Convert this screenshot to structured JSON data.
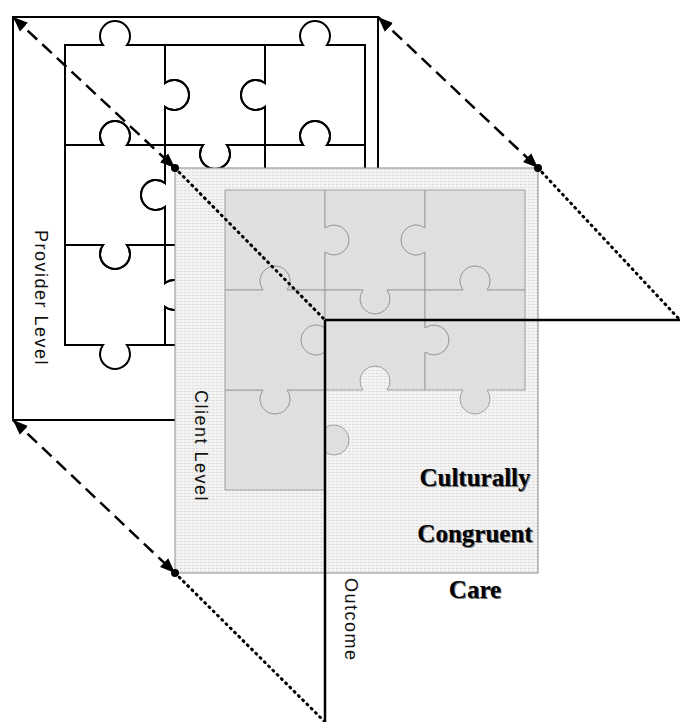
{
  "diagram": {
    "nodes": [
      {
        "text": [
          "Provider Level"
        ]
      },
      {
        "text": [
          "Client Level"
        ]
      }
    ],
    "edges": [
      {
        "from": 0,
        "to": 1,
        "arrow": "both"
      },
      {
        "from": 0,
        "to": 1,
        "arrow": "both"
      },
      {
        "from": 0,
        "to": 1,
        "arrow": "both"
      }
    ],
    "labels": [
      "Outcome",
      "Culturally Congruent Care"
    ]
  }
}
